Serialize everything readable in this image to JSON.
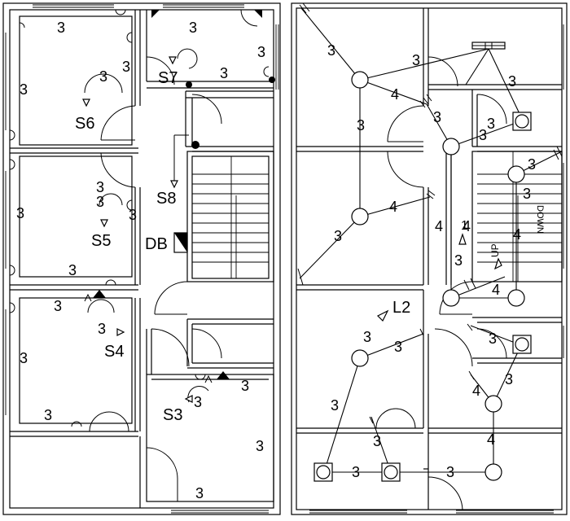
{
  "labels": {
    "switches": [
      "S7",
      "S6",
      "S8",
      "S5",
      "S4",
      "S3"
    ],
    "db": "DB",
    "up": "UP",
    "down": "DOWN",
    "lamp_label": "L2",
    "stair_marker": "1"
  },
  "wire_counts": {
    "left": [
      "3",
      "3",
      "3",
      "3",
      "3",
      "3",
      "3",
      "3",
      "3",
      "3",
      "3",
      "3",
      "3",
      "3",
      "3",
      "3",
      "3",
      "3",
      "3",
      "3"
    ],
    "right": [
      "3",
      "3",
      "4",
      "3",
      "3",
      "3",
      "3",
      "3",
      "4",
      "3",
      "4",
      "3",
      "3",
      "4",
      "4",
      "3",
      "3",
      "3",
      "4",
      "3",
      "4",
      "3",
      "3",
      "3",
      "3",
      "3",
      "4"
    ]
  }
}
